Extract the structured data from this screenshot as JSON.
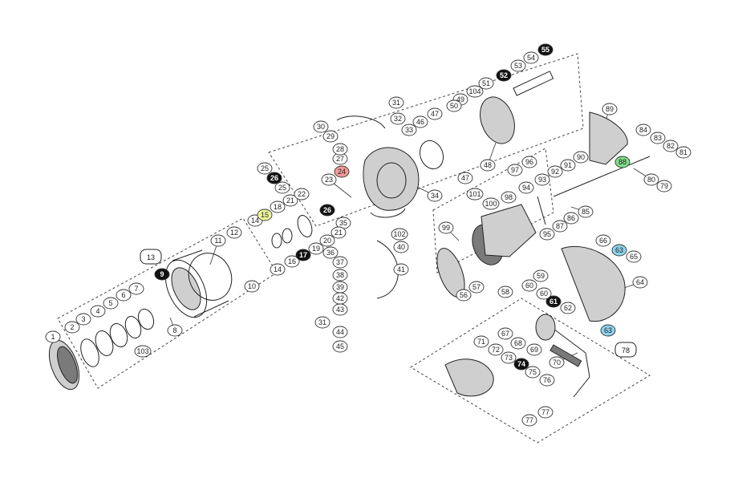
{
  "diagram": {
    "assembly_labels": [
      "13",
      "78"
    ],
    "part_labels": [
      "1",
      "2",
      "3",
      "4",
      "5",
      "6",
      "7",
      "8",
      "9",
      "10",
      "11",
      "12",
      "14",
      "15",
      "16",
      "17",
      "18",
      "19",
      "20",
      "21",
      "22",
      "23",
      "24",
      "25",
      "26",
      "27",
      "28",
      "29",
      "30",
      "31",
      "32",
      "33",
      "34",
      "35",
      "36",
      "37",
      "38",
      "39",
      "40",
      "41",
      "42",
      "43",
      "44",
      "45",
      "46",
      "47",
      "48",
      "49",
      "50",
      "51",
      "52",
      "53",
      "54",
      "55",
      "56",
      "57",
      "58",
      "59",
      "60",
      "61",
      "62",
      "63",
      "64",
      "65",
      "66",
      "67",
      "68",
      "69",
      "70",
      "71",
      "72",
      "73",
      "74",
      "75",
      "76",
      "77",
      "79",
      "80",
      "81",
      "82",
      "83",
      "84",
      "85",
      "86",
      "87",
      "88",
      "89",
      "90",
      "91",
      "92",
      "93",
      "94",
      "95",
      "96",
      "97",
      "98",
      "99",
      "100",
      "101",
      "102",
      "103",
      "104"
    ],
    "highlight_colors": {
      "black": "#111111",
      "red": "#f29a9a",
      "yellow": "#eef79a",
      "green": "#7ee08a",
      "blue": "#8fd3ee"
    }
  }
}
